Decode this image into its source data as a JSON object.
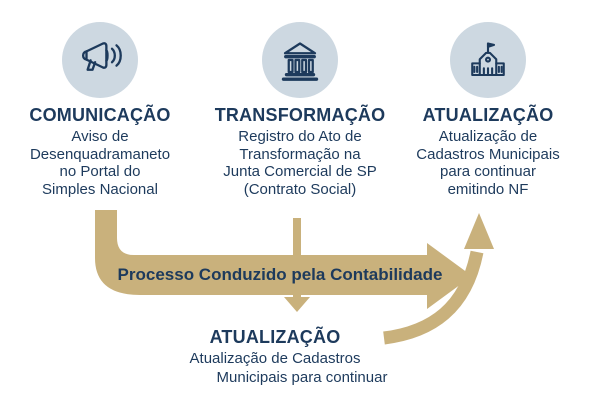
{
  "colors": {
    "navy": "#1d3a5c",
    "tan": "#c9b17c",
    "circle_bg": "#cdd8e1",
    "background": "#ffffff"
  },
  "columns": [
    {
      "icon": "megaphone-icon",
      "title": "COMUNICAÇÃO",
      "body_lines": [
        "Aviso de",
        "Desenquadramaneto",
        "no Portal do",
        "Simples Nacional"
      ]
    },
    {
      "icon": "bank-icon",
      "title": "TRANSFORMAÇÃO",
      "body_lines": [
        "Registro do Ato de",
        "Transformação na",
        "Junta Comercial de SP",
        "(Contrato Social)"
      ]
    },
    {
      "icon": "city-hall-icon",
      "title": "ATUALIZAÇÃO",
      "body_lines": [
        "Atualização de",
        "Cadastros Municipais",
        "para continuar",
        "emitindo NF"
      ]
    }
  ],
  "banner": {
    "label": "Processo Conduzido pela Contabilidade"
  },
  "bottom": {
    "title": "ATUALIZAÇÃO",
    "body_lines": [
      "Atualização de Cadastros",
      "Municipais para continuar"
    ]
  }
}
